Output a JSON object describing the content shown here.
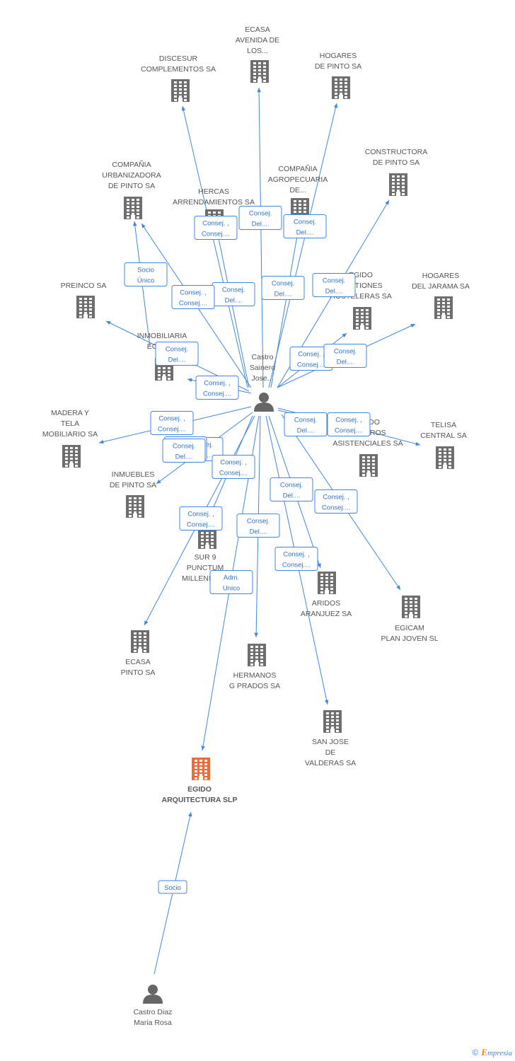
{
  "colors": {
    "edge": "#3f87e0",
    "company": "#6e6e6e",
    "focus": "#f06a35",
    "person": "#666666"
  },
  "persons": [
    {
      "id": "p1",
      "lines": [
        "Castro",
        "Sainero",
        "Jose..."
      ],
      "icon": "person-icon"
    },
    {
      "id": "p2",
      "lines": [
        "Castro Diaz",
        "Maria Rosa"
      ],
      "icon": "person-icon"
    }
  ],
  "companies": [
    {
      "id": "c1",
      "lines": [
        "ECASA",
        "AVENIDA DE",
        "LOS..."
      ]
    },
    {
      "id": "c2",
      "lines": [
        "DISCESUR",
        "COMPLEMENTOS SA"
      ]
    },
    {
      "id": "c3",
      "lines": [
        "HOGARES",
        "DE PINTO SA"
      ]
    },
    {
      "id": "c4",
      "lines": [
        "CONSTRUCTORA",
        "DE PINTO SA"
      ]
    },
    {
      "id": "c5",
      "lines": [
        "COMPAÑIA",
        "URBANIZADORA",
        "DE PINTO SA"
      ]
    },
    {
      "id": "c6",
      "lines": [
        "HERCAS",
        "ARRENDAMIENTOS SA"
      ]
    },
    {
      "id": "c7",
      "lines": [
        "COMPAÑIA",
        "AGROPECUARIA",
        "DE..."
      ]
    },
    {
      "id": "c8",
      "lines": [
        "PREINCO SA"
      ]
    },
    {
      "id": "c9",
      "lines": [
        "EGIDO",
        "GESTIONES",
        "HOSTELERAS SA"
      ]
    },
    {
      "id": "c10",
      "lines": [
        "HOGARES",
        "DEL JARAMA SA"
      ]
    },
    {
      "id": "c11",
      "lines": [
        "INMOBILIARIA",
        "EGIDO..."
      ]
    },
    {
      "id": "c12",
      "lines": [
        "MADERA Y",
        "TELA",
        "MOBILIARIO SA"
      ]
    },
    {
      "id": "c13",
      "lines": [
        "EGIDO",
        "CENTROS",
        "ASISTENCIALES SA"
      ]
    },
    {
      "id": "c14",
      "lines": [
        "TELISA",
        "CENTRAL SA"
      ]
    },
    {
      "id": "c15",
      "lines": [
        "INMUEBLES",
        "DE PINTO SA"
      ]
    },
    {
      "id": "c16",
      "lines": [
        "SUR 9",
        "PUNCTUM",
        "MILLENIUM..."
      ]
    },
    {
      "id": "c17",
      "lines": [
        "ARIDOS",
        "ARANJUEZ SA"
      ]
    },
    {
      "id": "c18",
      "lines": [
        "EGICAM",
        "PLAN JOVEN SL"
      ]
    },
    {
      "id": "c19",
      "lines": [
        "ECASA",
        "PINTO SA"
      ]
    },
    {
      "id": "c20",
      "lines": [
        "HERMANOS",
        "G PRADOS SA"
      ]
    },
    {
      "id": "c21",
      "lines": [
        "SAN JOSE",
        "DE",
        "VALDERAS SA"
      ]
    },
    {
      "id": "c22",
      "lines": [
        "EGIDO",
        "ARQUITECTURA SLP"
      ],
      "focus": true
    }
  ],
  "edges": [
    {
      "from": "p1",
      "to": "c1",
      "lines": [
        "Consej.",
        "Del...."
      ]
    },
    {
      "from": "p1",
      "to": "c2",
      "lines": [
        "Consej.",
        "Del...."
      ]
    },
    {
      "from": "p1",
      "to": "c3",
      "lines": [
        "Consej.",
        "Del...."
      ]
    },
    {
      "from": "p1",
      "to": "c4",
      "lines": [
        "Consej.",
        "Del...."
      ]
    },
    {
      "from": "p1",
      "to": "c5",
      "lines": [
        "Consej. ,",
        "Consej...."
      ]
    },
    {
      "from": "c11",
      "to": "c5",
      "lines": [
        "Socio",
        "Único"
      ]
    },
    {
      "from": "p1",
      "to": "c6",
      "lines": [
        "Consej. ,",
        "Consej...."
      ]
    },
    {
      "from": "p1",
      "to": "c7",
      "lines": [
        "Consej.",
        "Del...."
      ]
    },
    {
      "from": "p1",
      "to": "c8",
      "lines": [
        "Consej.",
        "Del...."
      ]
    },
    {
      "from": "p1",
      "to": "c9",
      "lines": [
        "Consej. ,",
        "Consej...."
      ]
    },
    {
      "from": "p1",
      "to": "c10",
      "lines": [
        "Consej.",
        "Del...."
      ]
    },
    {
      "from": "p1",
      "to": "c11",
      "lines": [
        "Consej. ,",
        "Consej...."
      ]
    },
    {
      "from": "p1",
      "to": "c12",
      "lines": [
        "Consej. ,",
        "Consej...."
      ]
    },
    {
      "from": "p1",
      "to": "c13",
      "lines": [
        "Consej.",
        "Del...."
      ]
    },
    {
      "from": "p1",
      "to": "c14",
      "lines": [
        "Consej. ,",
        "Consej...."
      ]
    },
    {
      "from": "p1",
      "to": "c15",
      "lines": [
        "Consej.",
        "Del...."
      ]
    },
    {
      "from": "p1",
      "to": "c16",
      "lines": [
        "Consej. ,",
        "Consej...."
      ]
    },
    {
      "from": "p1",
      "to": "c17",
      "lines": [
        "Consej. ,",
        "Consej...."
      ]
    },
    {
      "from": "p1",
      "to": "c18",
      "lines": [
        "Consej. ,",
        "Consej...."
      ]
    },
    {
      "from": "p1",
      "to": "c19",
      "lines": [
        "Consej. ,",
        "Consej...."
      ]
    },
    {
      "from": "p1",
      "to": "c20",
      "lines": [
        "Consej.",
        "Del...."
      ]
    },
    {
      "from": "p1",
      "to": "c21",
      "lines": [
        "Consej.",
        "Del...."
      ]
    },
    {
      "from": "p1",
      "to": "c22",
      "lines": [
        "Adm.",
        "Unico"
      ]
    },
    {
      "from": "p2",
      "to": "c22",
      "lines": [
        "Socio"
      ]
    }
  ],
  "brand": {
    "copyright": "©",
    "name_first": "E",
    "name_rest": "mpresia"
  }
}
